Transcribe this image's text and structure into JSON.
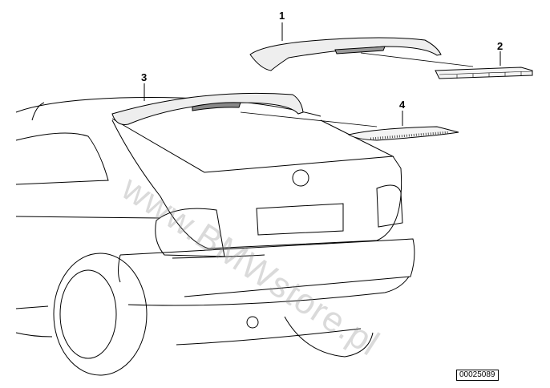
{
  "diagram": {
    "callouts": [
      "1",
      "2",
      "3",
      "4"
    ],
    "drawing_code": "00025089",
    "watermark": "www.BMWstore.pl",
    "parts": [
      "rear-spoiler",
      "third-brake-light",
      "mounted-spoiler",
      "brake-light-lens"
    ]
  }
}
